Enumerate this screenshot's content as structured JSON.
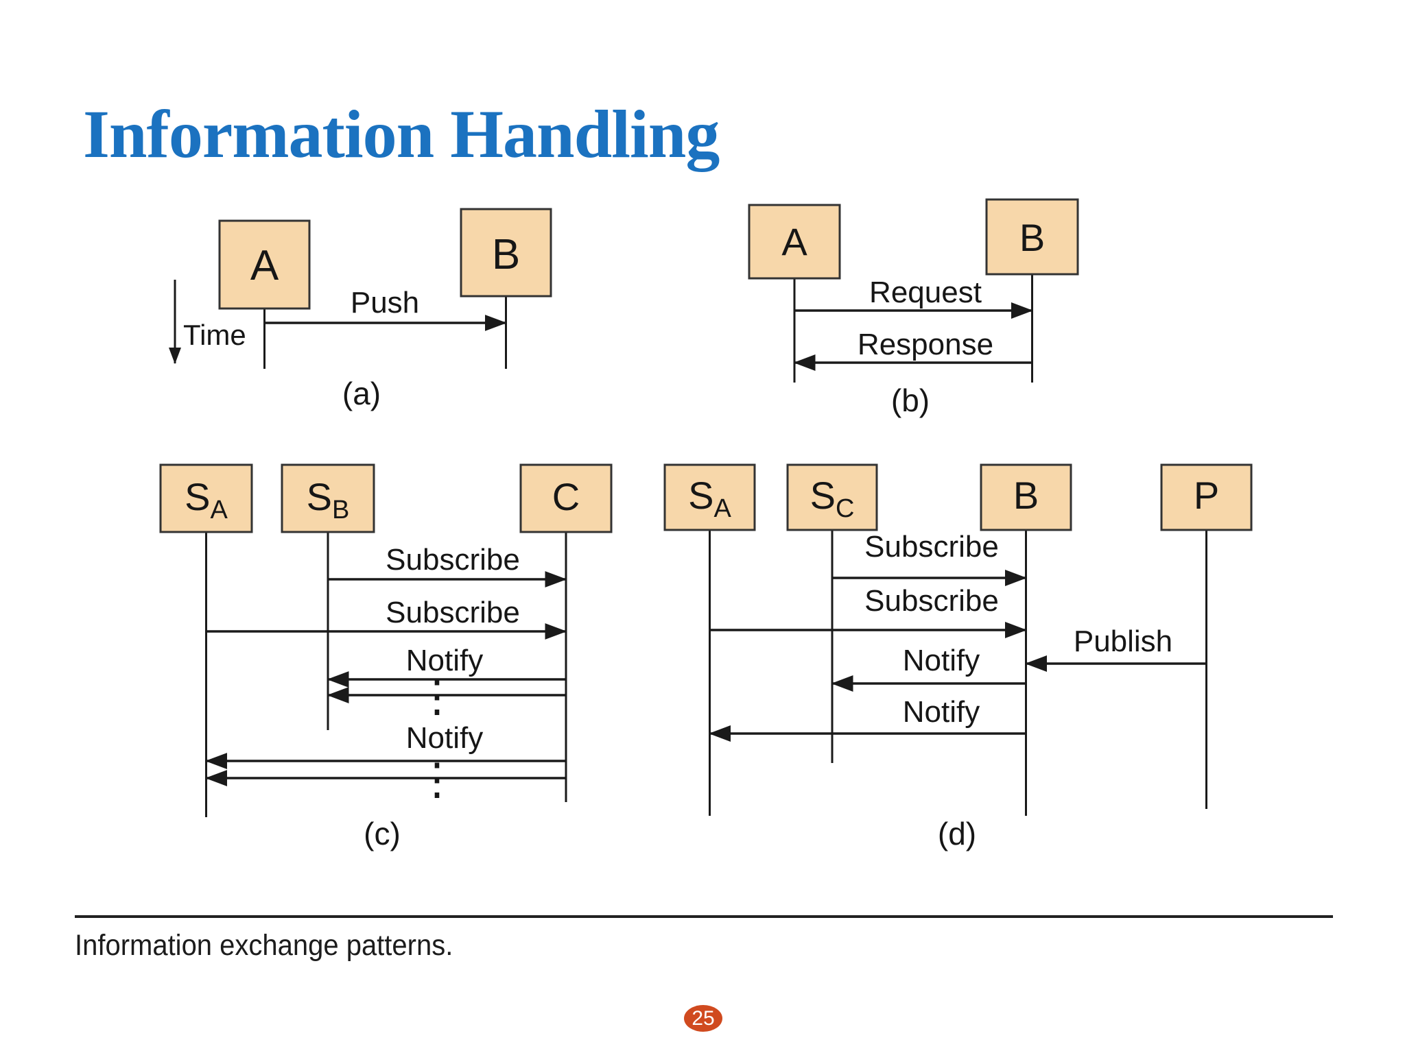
{
  "slide": {
    "title": "Information Handling",
    "figure_caption": "Information exchange patterns.",
    "page_number": "25"
  },
  "colors": {
    "background": "#FFFFFF",
    "title_blue": "#1B72C0",
    "actor_box_fill": "#F7D7AA",
    "actor_box_border": "#333333",
    "diagram_line": "#1A1A1A",
    "page_badge_orange": "#D04A1F",
    "page_badge_text": "#FFFFFF"
  },
  "diagram_a": {
    "caption": "(a)",
    "time_axis_label": "Time",
    "actors": [
      {
        "label": "A"
      },
      {
        "label": "B"
      }
    ],
    "messages": [
      {
        "label": "Push",
        "from": "A",
        "to": "B"
      }
    ]
  },
  "diagram_b": {
    "caption": "(b)",
    "actors": [
      {
        "label": "A"
      },
      {
        "label": "B"
      }
    ],
    "messages": [
      {
        "label": "Request",
        "from": "A",
        "to": "B"
      },
      {
        "label": "Response",
        "from": "B",
        "to": "A"
      }
    ]
  },
  "diagram_c": {
    "caption": "(c)",
    "actors": [
      {
        "label": "S",
        "subscript": "A"
      },
      {
        "label": "S",
        "subscript": "B"
      },
      {
        "label": "C"
      }
    ],
    "messages": [
      {
        "label": "Subscribe",
        "from": "SB",
        "to": "C"
      },
      {
        "label": "Subscribe",
        "from": "SA",
        "to": "C"
      },
      {
        "label": "Notify",
        "from": "C",
        "to": "SB"
      },
      {
        "label": "⋮",
        "from": "C",
        "to": "SB",
        "repeated": true
      },
      {
        "label": "Notify",
        "from": "C",
        "to": "SA"
      },
      {
        "label": "⋮",
        "from": "C",
        "to": "SA",
        "repeated": true
      }
    ]
  },
  "diagram_d": {
    "caption": "(d)",
    "actors": [
      {
        "label": "S",
        "subscript": "A"
      },
      {
        "label": "S",
        "subscript": "C"
      },
      {
        "label": "B"
      },
      {
        "label": "P"
      }
    ],
    "messages": [
      {
        "label": "Subscribe",
        "from": "SC",
        "to": "B"
      },
      {
        "label": "Subscribe",
        "from": "SA",
        "to": "B"
      },
      {
        "label": "Publish",
        "from": "P",
        "to": "B"
      },
      {
        "label": "Notify",
        "from": "B",
        "to": "SC"
      },
      {
        "label": "Notify",
        "from": "B",
        "to": "SA"
      }
    ]
  }
}
